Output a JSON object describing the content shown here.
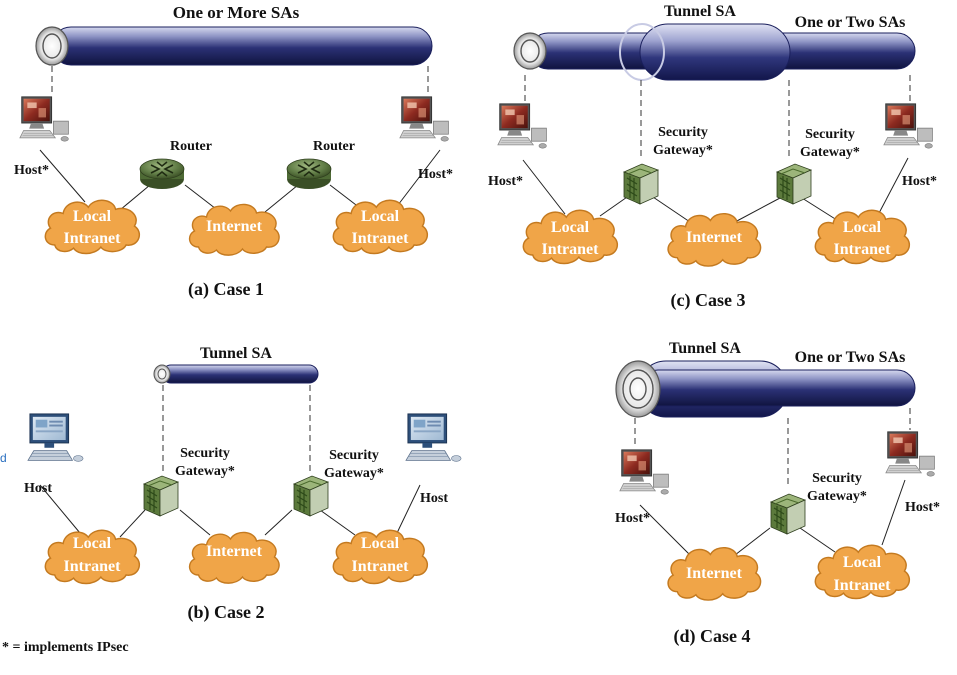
{
  "panels": {
    "case1": {
      "caption": "(a) Case 1",
      "pipe_label": "One or More SAs",
      "router_left": "Router",
      "router_right": "Router",
      "host_left": "Host*",
      "host_right": "Host*",
      "cloud_left": [
        "Local",
        "Intranet"
      ],
      "cloud_mid": [
        "Internet"
      ],
      "cloud_right": [
        "Local",
        "Intranet"
      ]
    },
    "case2": {
      "caption": "(b) Case 2",
      "pipe_label": "Tunnel SA",
      "gw_left": [
        "Security",
        "Gateway*"
      ],
      "gw_right": [
        "Security",
        "Gateway*"
      ],
      "host_left": "Host",
      "host_right": "Host",
      "cloud_left": [
        "Local",
        "Intranet"
      ],
      "cloud_mid": [
        "Internet"
      ],
      "cloud_right": [
        "Local",
        "Intranet"
      ]
    },
    "case3": {
      "caption": "(c) Case 3",
      "tunnel_label": "Tunnel SA",
      "sa_label": "One or Two SAs",
      "gw_left": [
        "Security",
        "Gateway*"
      ],
      "gw_right": [
        "Security",
        "Gateway*"
      ],
      "host_left": "Host*",
      "host_right": "Host*",
      "cloud_left": [
        "Local",
        "Intranet"
      ],
      "cloud_mid": [
        "Internet"
      ],
      "cloud_right": [
        "Local",
        "Intranet"
      ]
    },
    "case4": {
      "caption": "(d) Case 4",
      "tunnel_label": "Tunnel SA",
      "sa_label": "One or Two SAs",
      "gw": [
        "Security",
        "Gateway*"
      ],
      "host_left": "Host*",
      "host_right": "Host*",
      "cloud_mid": [
        "Internet"
      ],
      "cloud_right": [
        "Local",
        "Intranet"
      ]
    }
  },
  "legend": "* = implements IPsec",
  "side_fragment": "d",
  "colors": {
    "cloud": "#f0a548",
    "cloud_stroke": "#c47a20",
    "pipe_dark": "#1a1f5c",
    "pipe_light": "#c9cde8",
    "gateway": "#6b8a45",
    "router": "#5e7a44"
  }
}
